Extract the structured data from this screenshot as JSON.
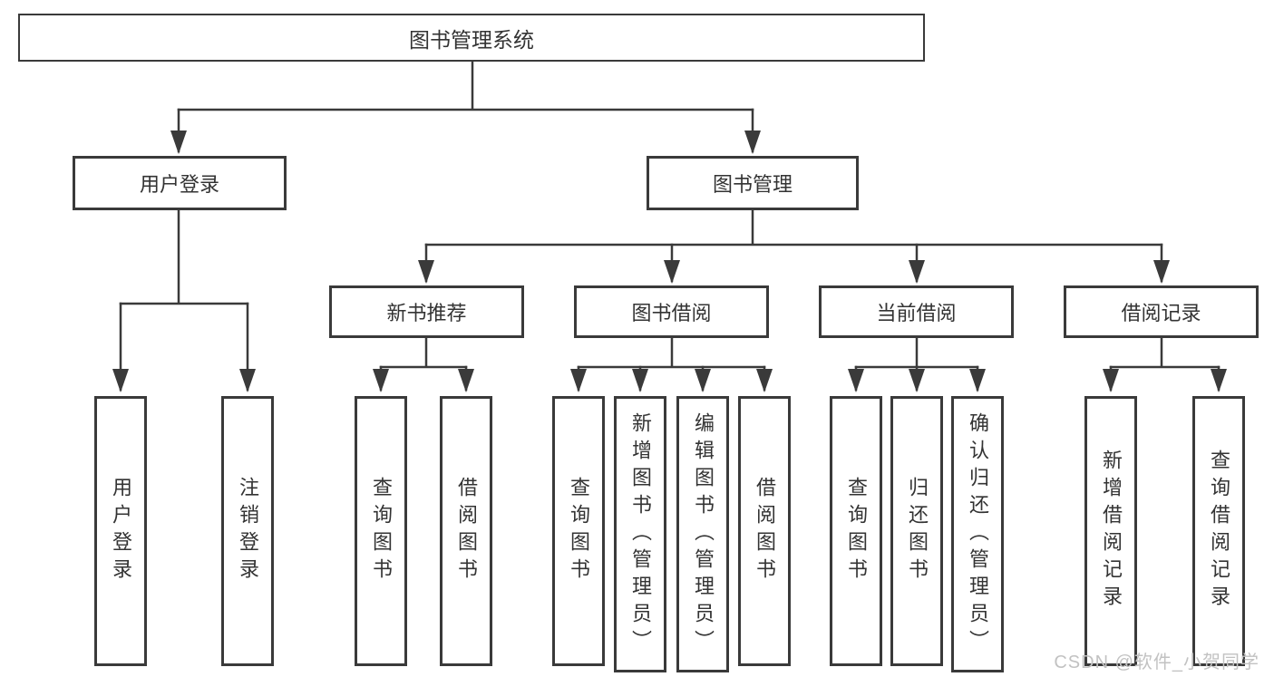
{
  "watermark": "CSDN @软件_小贺同学",
  "colors": {
    "line": "#3a3a3a",
    "box_border": "#3a3a3a",
    "text": "#333333",
    "background": "#ffffff",
    "watermark": "#c2c2c2"
  },
  "diagram_type": "hierarchy-tree",
  "tree": {
    "root": {
      "label": "图书管理系统"
    },
    "branches": [
      {
        "label": "用户登录",
        "leaves": [
          "用户登录",
          "注销登录"
        ]
      },
      {
        "label": "图书管理",
        "groups": [
          {
            "label": "新书推荐",
            "leaves": [
              "查询图书",
              "借阅图书"
            ]
          },
          {
            "label": "图书借阅",
            "leaves": [
              "查询图书",
              "新增图书（管理员）",
              "编辑图书（管理员）",
              "借阅图书"
            ]
          },
          {
            "label": "当前借阅",
            "leaves": [
              "查询图书",
              "归还图书",
              "确认归还（管理员）"
            ]
          },
          {
            "label": "借阅记录",
            "leaves": [
              "新增借阅记录",
              "查询借阅记录"
            ]
          }
        ]
      }
    ]
  }
}
